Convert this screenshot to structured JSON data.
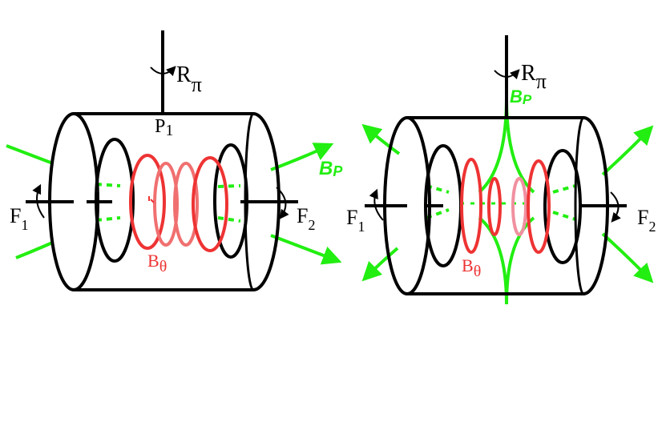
{
  "colors": {
    "outline": "#000000",
    "poloidal_field": "#22ee11",
    "toroidal_field_dark": "#ee3333",
    "toroidal_field_light": "#f07070",
    "toroidal_field_pale": "#f090a0",
    "background": "#ffffff"
  },
  "left_panel": {
    "rotation_label": {
      "main": "R",
      "sub": "π"
    },
    "point_label": {
      "main": "P",
      "sub": "1"
    },
    "field_p_label": {
      "main": "B",
      "sub": "P"
    },
    "field_theta_label": {
      "main": "B",
      "sub": "θ"
    },
    "force_left_label": {
      "main": "F",
      "sub": "1"
    },
    "force_right_label": {
      "main": "F",
      "sub": "2"
    }
  },
  "right_panel": {
    "rotation_label": {
      "main": "R",
      "sub": "π"
    },
    "field_p_label": {
      "main": "B",
      "sub": "P"
    },
    "field_theta_label": {
      "main": "B",
      "sub": "θ"
    },
    "force_left_label": {
      "main": "F",
      "sub": "1"
    },
    "force_right_label": {
      "main": "F",
      "sub": "2"
    }
  }
}
